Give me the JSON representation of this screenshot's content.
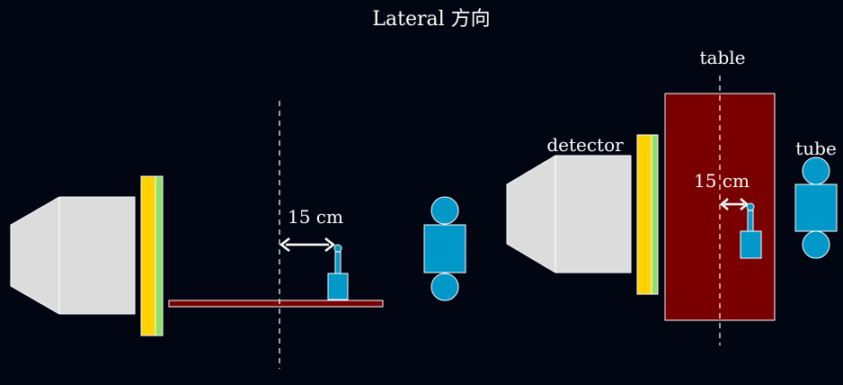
{
  "title": "Lateral 方向",
  "labels": {
    "distance_left": "15 cm",
    "distance_right": "15 cm",
    "detector": "detector",
    "table": "table",
    "tube": "tube"
  },
  "colors": {
    "background": "#020612",
    "detector_body": "#dcdcdc",
    "detector_yellow": "#ffd200",
    "detector_green": "#8fe06a",
    "table": "#7a0000",
    "tube": "#0097c9",
    "phantom": "#0097c9",
    "arrow": "#ffffff",
    "center_line": "#ffffff"
  }
}
